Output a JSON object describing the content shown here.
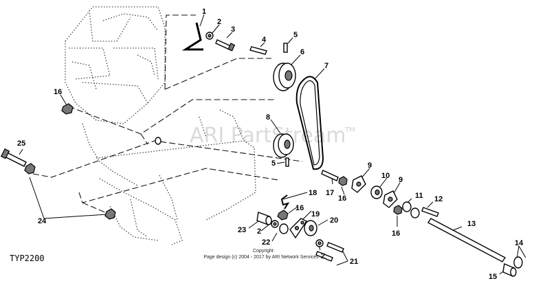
{
  "diagram": {
    "code": "TYP2200",
    "watermark": "ARI PartStream",
    "watermark_tm": "TM",
    "copyright_line1": "Copyright",
    "copyright_line2": "Page design (c) 2004 - 2017 by ARI Network Services"
  },
  "callouts": [
    {
      "id": "c1",
      "text": "1"
    },
    {
      "id": "c2a",
      "text": "2"
    },
    {
      "id": "c3",
      "text": "3"
    },
    {
      "id": "c4",
      "text": "4"
    },
    {
      "id": "c5a",
      "text": "5"
    },
    {
      "id": "c6",
      "text": "6"
    },
    {
      "id": "c7",
      "text": "7"
    },
    {
      "id": "c8",
      "text": "8"
    },
    {
      "id": "c5b",
      "text": "5"
    },
    {
      "id": "c9a",
      "text": "9"
    },
    {
      "id": "c9b",
      "text": "9"
    },
    {
      "id": "c10",
      "text": "10"
    },
    {
      "id": "c11",
      "text": "11"
    },
    {
      "id": "c12",
      "text": "12"
    },
    {
      "id": "c13",
      "text": "13"
    },
    {
      "id": "c14",
      "text": "14"
    },
    {
      "id": "c15",
      "text": "15"
    },
    {
      "id": "c16a",
      "text": "16"
    },
    {
      "id": "c16b",
      "text": "16"
    },
    {
      "id": "c16c",
      "text": "16"
    },
    {
      "id": "c16d",
      "text": "16"
    },
    {
      "id": "c17",
      "text": "17"
    },
    {
      "id": "c18",
      "text": "18"
    },
    {
      "id": "c19",
      "text": "19"
    },
    {
      "id": "c20",
      "text": "20"
    },
    {
      "id": "c21",
      "text": "21"
    },
    {
      "id": "c22",
      "text": "22"
    },
    {
      "id": "c2b",
      "text": "2"
    },
    {
      "id": "c2c",
      "text": "2"
    },
    {
      "id": "c23",
      "text": "23"
    },
    {
      "id": "c24",
      "text": "24"
    },
    {
      "id": "c25",
      "text": "25"
    }
  ]
}
